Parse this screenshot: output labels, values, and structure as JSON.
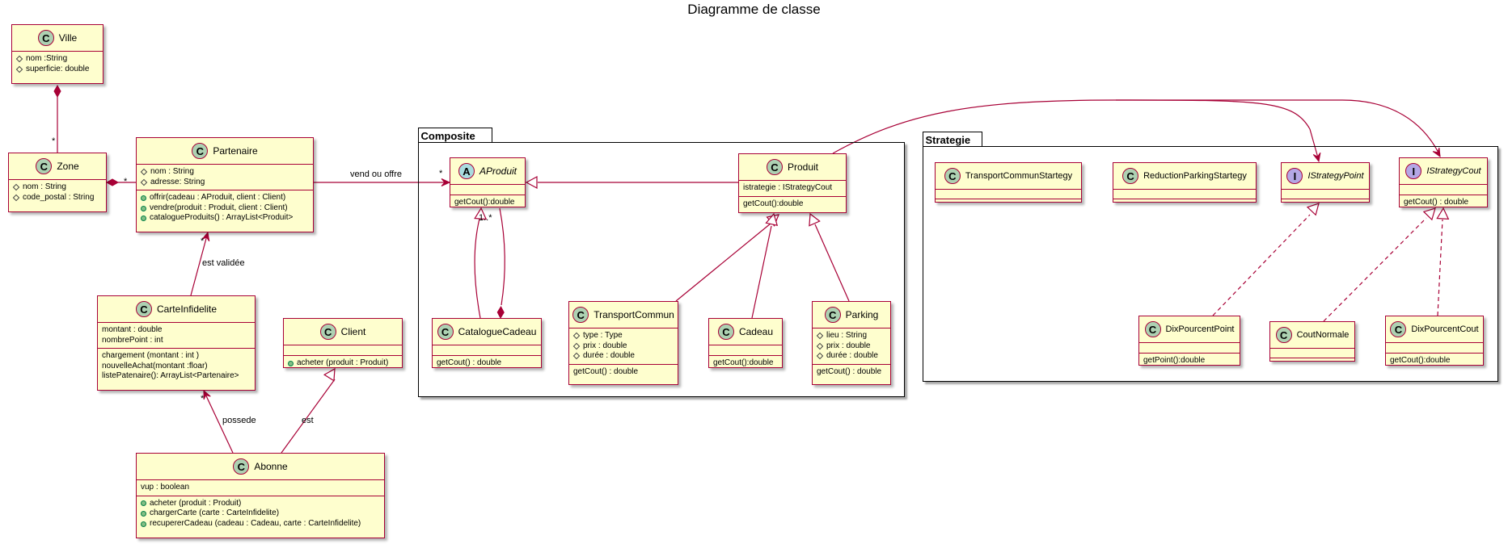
{
  "title": "Diagramme de classe",
  "colors": {
    "class_fill": "#FEFECE",
    "class_border": "#A80036",
    "stereo_class": "#ADD1B2",
    "stereo_abstract": "#A9DCDF",
    "stereo_interface": "#B4A7E5"
  },
  "packages": {
    "composite": "Composite",
    "strategie": "Strategie"
  },
  "stereotypes": {
    "class": "C",
    "abstract": "A",
    "interface": "I"
  },
  "classes": {
    "ville": {
      "name": "Ville",
      "attributes": [
        "nom :String",
        "superficie: double"
      ]
    },
    "zone": {
      "name": "Zone",
      "attributes": [
        "nom : String",
        "code_postal : String"
      ]
    },
    "partenaire": {
      "name": "Partenaire",
      "attributes": [
        "nom : String",
        "adresse: String"
      ],
      "methods": [
        "offrir(cadeau : AProduit, client : Client)",
        "vendre(produit : Produit, client : Client)",
        "catalogueProduits() : ArrayList<Produit>"
      ]
    },
    "carte": {
      "name": "CarteInfidelite",
      "attributes": [
        "montant : double",
        "nombrePoint : int"
      ],
      "methods": [
        "chargement (montant : int )",
        "nouvelleAchat(montant :floar)",
        "listePatenaire(): ArrayList<Partenaire>"
      ]
    },
    "client": {
      "name": "Client",
      "methods": [
        "acheter (produit : Produit)"
      ]
    },
    "abonne": {
      "name": "Abonne",
      "attributes": [
        "vup : boolean"
      ],
      "methods": [
        "acheter (produit : Produit)",
        "chargerCarte (carte : CarteInfidelite)",
        "recupererCadeau (cadeau : Cadeau, carte : CarteInfidelite)"
      ]
    },
    "aproduit": {
      "name": "AProduit",
      "methods": [
        "getCout():double"
      ]
    },
    "produit": {
      "name": "Produit",
      "attributes": [
        "istrategie : IStrategyCout"
      ],
      "methods": [
        "getCout():double"
      ]
    },
    "catalogue": {
      "name": "CatalogueCadeau",
      "methods": [
        "getCout() : double"
      ]
    },
    "transport": {
      "name": "TransportCommun",
      "attributes": [
        "type : Type",
        "prix : double",
        "durée : double"
      ],
      "methods": [
        "getCout() : double"
      ]
    },
    "cadeau": {
      "name": "Cadeau",
      "methods": [
        "getCout():double"
      ]
    },
    "parking": {
      "name": "Parking",
      "attributes": [
        "lieu : String",
        "prix : double",
        "durée : double"
      ],
      "methods": [
        "getCout() : double"
      ]
    },
    "tcs": {
      "name": "TransportCommunStartegy"
    },
    "rps": {
      "name": "ReductionParkingStartegy"
    },
    "isp": {
      "name": "IStrategyPoint"
    },
    "isc": {
      "name": "IStrategyCout",
      "methods": [
        "getCout() : double"
      ]
    },
    "dpp": {
      "name": "DixPourcentPoint",
      "methods": [
        "getPoint():double"
      ]
    },
    "cn": {
      "name": "CoutNormale"
    },
    "dpc": {
      "name": "DixPourcentCout",
      "methods": [
        "getCout():double"
      ]
    }
  },
  "labels": {
    "vend_ou_offre": "vend ou offre",
    "est_validee": "est validée",
    "possede": "possede",
    "est": "est"
  },
  "multiplicities": {
    "ville_zone": "*",
    "zone_partenaire": "*",
    "partenaire_aproduit": "*",
    "carte_partenaire": "*",
    "abonne_carte": "*",
    "catalogue_aproduit": "1..*"
  }
}
